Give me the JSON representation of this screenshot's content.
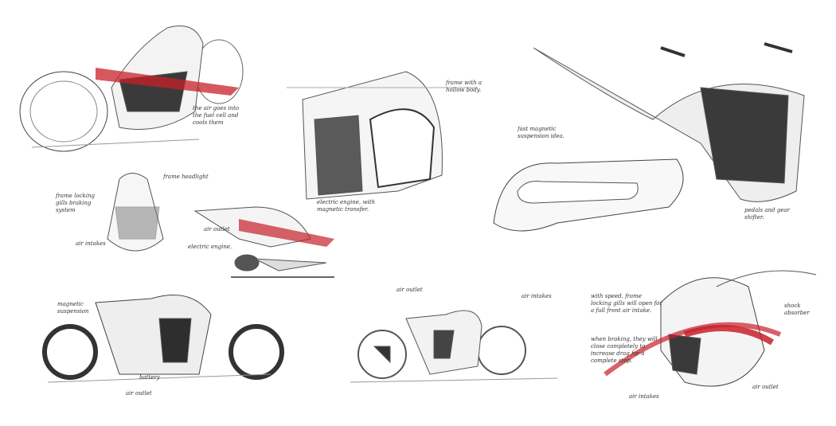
{
  "title": "Electric motorcycle concept sketches",
  "colors": {
    "accent_red": "#c8202a",
    "ink": "#333333",
    "shade": "#4a4a4a"
  },
  "annotations": {
    "air_cooling": "the air goes into the fuel cell and cools them",
    "hollow_frame": "frame with a hollow body.",
    "electric_engine_magnetic": "electric engine, with magnetic transfer.",
    "magnetic_suspension_idea": "fast magnetic suspension idea.",
    "pedals": "pedals and gear shifter.",
    "headlight": "frame headlight",
    "locking_gills": "frame locking gills braking system",
    "air_intakes_front": "air intakes",
    "air_outlet_small": "air outlet",
    "electric_engine": "electric engine.",
    "magnetic_suspension": "magnetic suspension",
    "battery": "battery",
    "air_outlet_bottom": "air outlet",
    "air_outlet_mid": "air outlet",
    "air_intakes_mid": "air intakes",
    "speed_gills": "with speed, frame locking gills will open for a full front air intake.",
    "braking_gills": "when braking, they will close completely to increase drag for a complete stop.",
    "shock_absorber": "shock absorber",
    "air_intakes_right": "air intakes",
    "air_outlet_right": "air outlet"
  }
}
